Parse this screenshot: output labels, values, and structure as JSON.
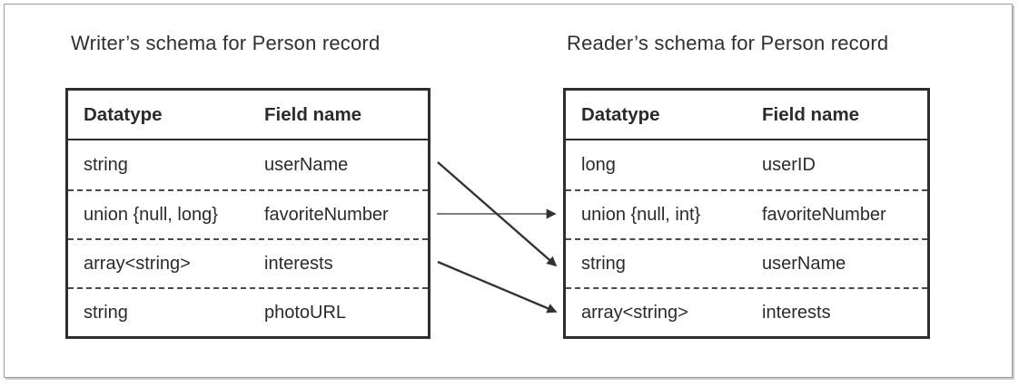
{
  "writer_schema": {
    "title": "Writer’s schema for Person record",
    "columns": {
      "datatype": "Datatype",
      "field_name": "Field name"
    },
    "rows": [
      {
        "datatype": "string",
        "field_name": "userName"
      },
      {
        "datatype": "union {null, long}",
        "field_name": "favoriteNumber"
      },
      {
        "datatype": "array<string>",
        "field_name": "interests"
      },
      {
        "datatype": "string",
        "field_name": "photoURL"
      }
    ]
  },
  "reader_schema": {
    "title": "Reader’s schema for Person record",
    "columns": {
      "datatype": "Datatype",
      "field_name": "Field name"
    },
    "rows": [
      {
        "datatype": "long",
        "field_name": "userID"
      },
      {
        "datatype": "union {null, int}",
        "field_name": "favoriteNumber"
      },
      {
        "datatype": "string",
        "field_name": "userName"
      },
      {
        "datatype": "array<string>",
        "field_name": "interests"
      }
    ]
  },
  "field_mappings": [
    {
      "field": "userName",
      "writer_row": 1,
      "reader_row": 3
    },
    {
      "field": "favoriteNumber",
      "writer_row": 2,
      "reader_row": 2
    },
    {
      "field": "interests",
      "writer_row": 3,
      "reader_row": 4
    }
  ],
  "colors": {
    "text": "#2b2b2b",
    "table_border": "#2e2e2e",
    "dashed_separator": "#4a4a4a",
    "arrow": "#333333",
    "frame_border": "#9b9b9b",
    "background": "#ffffff"
  }
}
